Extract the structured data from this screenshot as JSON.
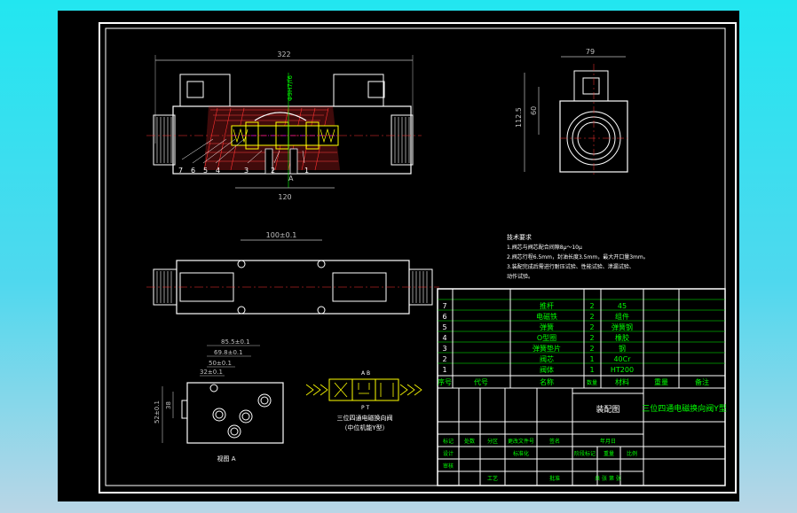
{
  "dimensions": {
    "overall_width": "322",
    "height_60": "60",
    "width_120": "120",
    "width_79": "79",
    "height_112_5": "112.5",
    "mount_100": "100±0.1",
    "port_85_5": "85.5±0.1",
    "port_69_8": "69.8±0.1",
    "port_50_8": "50±0.1",
    "port_32": "32±0.1",
    "port_side_52": "52±0.1",
    "port_side_38": "38",
    "fit_callout": "Φ9H7/f6"
  },
  "port_label_a": "A",
  "view_label": "视图 A",
  "part_callouts": [
    "7",
    "6",
    "5",
    "4",
    "3",
    "2",
    "1"
  ],
  "symbol": {
    "ports_top": "A    B",
    "ports_bottom": "P    T",
    "caption_line1": "三位四通电磁换向阀",
    "caption_line2": "（中位机能Y型）"
  },
  "tech_requirements": {
    "title": "技术要求",
    "lines": [
      "1.阀芯与阀芯配合间隙8μ～10μ",
      "2.阀芯行程6.5mm，封油长度3.5mm，最大开口量3mm。",
      "3.装配完成后需进行耐压试验、性能试验、泄漏试验、",
      "  动作试验。"
    ]
  },
  "bom": {
    "rows": [
      {
        "no": "7",
        "name": "推杆",
        "qty": "2",
        "material": "45"
      },
      {
        "no": "6",
        "name": "电磁铁",
        "qty": "2",
        "material": "组件"
      },
      {
        "no": "5",
        "name": "弹簧",
        "qty": "2",
        "material": "弹簧钢"
      },
      {
        "no": "4",
        "name": "O型圈",
        "qty": "2",
        "material": "橡胶"
      },
      {
        "no": "3",
        "name": "弹簧垫片",
        "qty": "2",
        "material": "钢"
      },
      {
        "no": "2",
        "name": "阀芯",
        "qty": "1",
        "material": "40Cr"
      },
      {
        "no": "1",
        "name": "阀体",
        "qty": "1",
        "material": "HT200"
      }
    ],
    "header": {
      "no": "序号",
      "code": "代号",
      "name": "名称",
      "qty": "数量",
      "material": "材料",
      "weight": "重量",
      "remark": "备注"
    }
  },
  "title_block": {
    "drawing_name": "装配图",
    "product_title": "三位四通电磁换向阀Y型",
    "fields": [
      "标记",
      "处数",
      "分区",
      "更改文件号",
      "签名",
      "年月日",
      "设计",
      "标准化",
      "阶段标记",
      "重量",
      "比例",
      "审核",
      "工艺",
      "批准",
      "共 张 第 张"
    ]
  }
}
